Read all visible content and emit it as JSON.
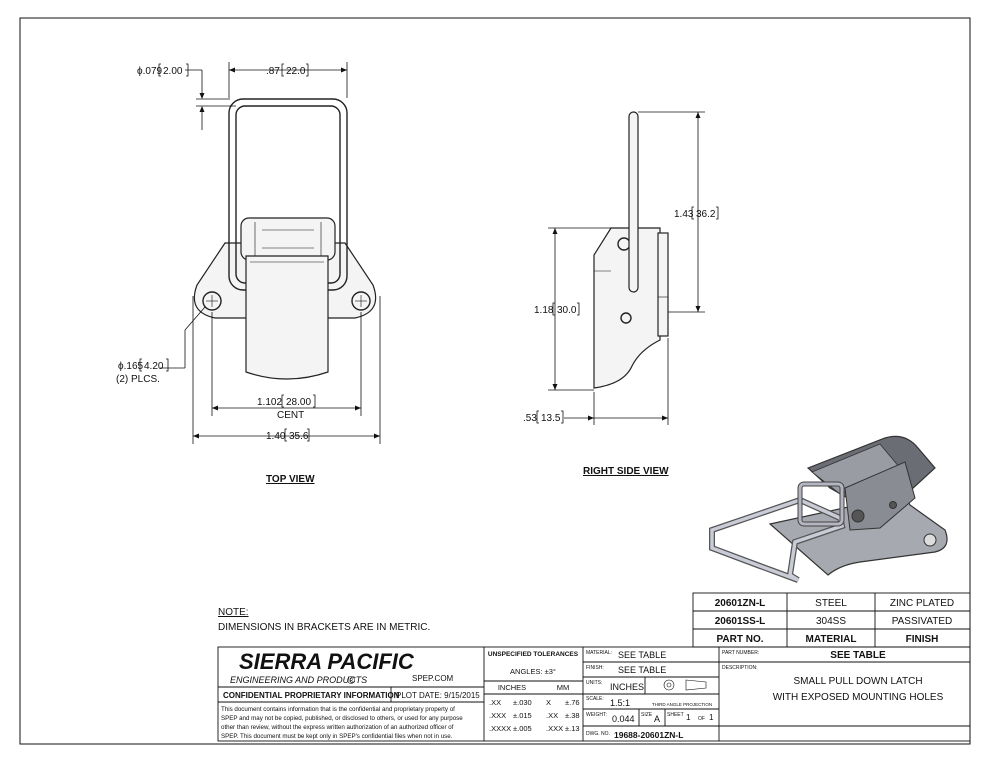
{
  "views": {
    "top_label": "TOP VIEW",
    "right_label": "RIGHT SIDE VIEW"
  },
  "dimensions": {
    "wire_dia": "ϕ.079",
    "wire_dia_mm": "2.00",
    "width_top": ".87",
    "width_top_mm": "22.0",
    "hole_dia": "ϕ.165",
    "hole_dia_mm": "4.20",
    "hole_qty": "(2) PLCS.",
    "hole_cent": "1.102",
    "hole_cent_mm": "28.00",
    "cent_word": "CENT",
    "overall_w": "1.40",
    "overall_w_mm": "35.6",
    "height_total": "1.43",
    "height_total_mm": "36.2",
    "height_body": "1.18",
    "height_body_mm": "30.0",
    "depth": ".53",
    "depth_mm": "13.5"
  },
  "notes": {
    "heading": "NOTE:",
    "text": "DIMENSIONS IN BRACKETS ARE IN METRIC."
  },
  "parts_table": {
    "rows": [
      {
        "part": "20601ZN-L",
        "material": "STEEL",
        "finish": "ZINC PLATED"
      },
      {
        "part": "20601SS-L",
        "material": "304SS",
        "finish": "PASSIVATED"
      }
    ],
    "headers": {
      "part": "PART NO.",
      "material": "MATERIAL",
      "finish": "FINISH"
    }
  },
  "title_block": {
    "company": "SIERRA PACIFIC",
    "company_sub": "ENGINEERING AND PRODUCTS",
    "registered": "R",
    "website": "SPEP.COM",
    "confidential_title": "CONFIDENTIAL PROPRIETARY INFORMATION",
    "plot_date": "PLOT DATE:  9/15/2015",
    "confidential_lines": [
      "This document contains information that is the confidential and proprietary property of",
      "SPEP and may not be copied, published, or disclosed to others, or used for any purpose",
      "other than review, without the express written authorization of an authorized officer of",
      "SPEP. This document must be kept only in SPEP's confidential files when not in use."
    ],
    "tolerances": {
      "title": "UNSPECIFIED TOLERANCES",
      "angles": "ANGLES: ±3°",
      "inches_hdr": "INCHES",
      "mm_hdr": "MM",
      "rows": [
        {
          "ik": ".XX",
          "iv": "±.030",
          "mk": "X",
          "mv": "±.76"
        },
        {
          "ik": ".XXX",
          "iv": "±.015",
          "mk": ".XX",
          "mv": "±.38"
        },
        {
          "ik": ".XXXX",
          "iv": "±.005",
          "mk": ".XXX",
          "mv": "±.13"
        }
      ]
    },
    "material_label": "MATERIAL:",
    "material_value": "SEE TABLE",
    "finish_label": "FINISH:",
    "finish_value": "SEE TABLE",
    "units_label": "UNITS:",
    "units_value": "INCHES",
    "projection": "THIRD ANGLE PROJECTION",
    "scale_label": "SCALE:",
    "scale_value": "1.5:1",
    "weight_label": "WEIGHT:",
    "weight_value": "0.044",
    "size_label": "SIZE",
    "size_value": "A",
    "sheet_label": "SHEET",
    "sheet_value": "1",
    "of_label": "OF",
    "of_value": "1",
    "dwg_label": "DWG. NO.",
    "dwg_value": "19688-20601ZN-L",
    "partnumber_label": "PART NUMBER:",
    "partnumber_value": "SEE TABLE",
    "description_label": "DESCRIPTION:",
    "description_line1": "SMALL PULL DOWN LATCH",
    "description_line2": "WITH EXPOSED MOUNTING HOLES"
  }
}
